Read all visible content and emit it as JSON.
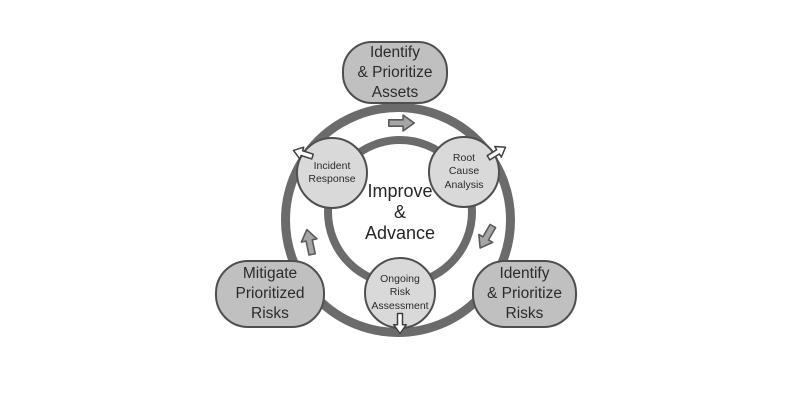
{
  "diagram": {
    "kind": "risk-management-cycle",
    "center": {
      "lines": [
        "Improve",
        "&",
        "Advance"
      ]
    },
    "outer_nodes": {
      "assets": {
        "lines": [
          "Identify",
          "& Prioritize",
          "Assets"
        ]
      },
      "risks": {
        "lines": [
          "Identify",
          "& Prioritize",
          "Risks"
        ]
      },
      "mitigate": {
        "lines": [
          "Mitigate",
          "Prioritized",
          "Risks"
        ]
      }
    },
    "inner_nodes": {
      "incident": {
        "lines": [
          "Incident",
          "Response"
        ]
      },
      "root_cause": {
        "lines": [
          "Root",
          "Cause",
          "Analysis"
        ]
      },
      "ongoing": {
        "lines": [
          "Ongoing",
          "Risk",
          "Assessment"
        ]
      }
    },
    "icons": [
      "flow-arrow-top-icon",
      "flow-arrow-right-icon",
      "flow-arrow-left-icon",
      "connector-arrow-incident-icon",
      "connector-arrow-root-cause-icon",
      "connector-arrow-ongoing-icon"
    ],
    "colors": {
      "background": "#ffffff",
      "ring": "#6b6b6b",
      "outer_node_fill": "#c0c0c0",
      "inner_node_fill": "#d9d9d9",
      "node_border": "#4f4f4f",
      "gray_arrow_fill": "#a6a6a6",
      "white_arrow_fill": "#ffffff",
      "text": "#2b2b2b"
    }
  }
}
